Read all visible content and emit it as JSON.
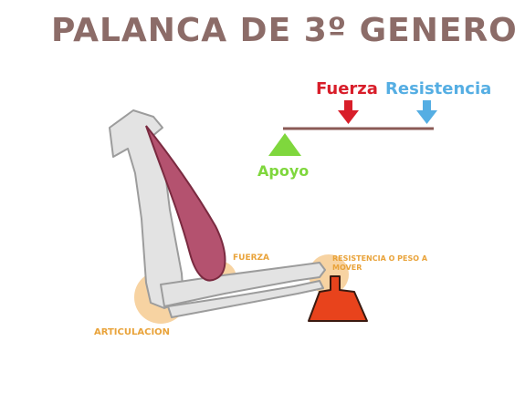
{
  "title": "PALANCA DE 3º GENERO",
  "lever_labels": {
    "force": "Fuerza",
    "resistance": "Resistencia",
    "support": "Apoyo"
  },
  "arm_labels": {
    "joint": "ARTICULACION",
    "force": "FUERZA",
    "resistance": "RESISTENCIA O PESO A MOVER"
  },
  "colors": {
    "title": "#8c6c68",
    "force": "#d81e2a",
    "resistance": "#55aee3",
    "support": "#7fd73d",
    "beam": "#8a5a55",
    "muscle": "#b4526f",
    "highlight": "#f4c07a",
    "weight": "#e8431c"
  }
}
